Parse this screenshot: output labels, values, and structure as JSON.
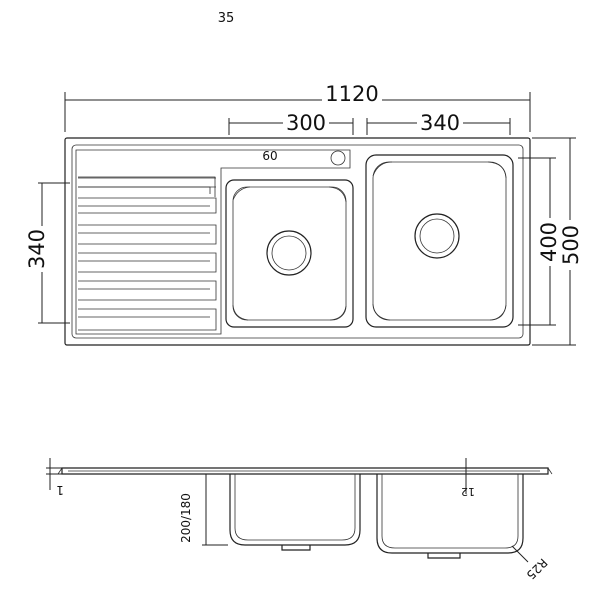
{
  "labels": {
    "top_note": "35",
    "overall_length": "1120",
    "left_bowl_width": "300",
    "right_bowl_width": "340",
    "tap_offset": "60",
    "drainer_width": "340",
    "bowl_depth_plan": "400",
    "overall_width": "500",
    "side_thickness": "1",
    "bowl_depth": "200/180",
    "right_depth": "12",
    "corner_radius": "R25"
  }
}
